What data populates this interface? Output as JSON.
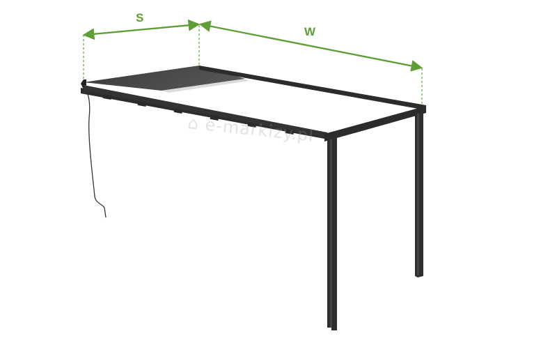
{
  "dimensions": {
    "s_label": "S",
    "w_label": "W"
  },
  "watermark": {
    "text": "e-markizy.pl"
  },
  "colors": {
    "dimension": "#5f9e37",
    "frame": "#2c2c2c",
    "canopy": "#3c3c3c",
    "background": "#ffffff"
  },
  "icons": {
    "watermark_icon": "house-logo-icon"
  }
}
